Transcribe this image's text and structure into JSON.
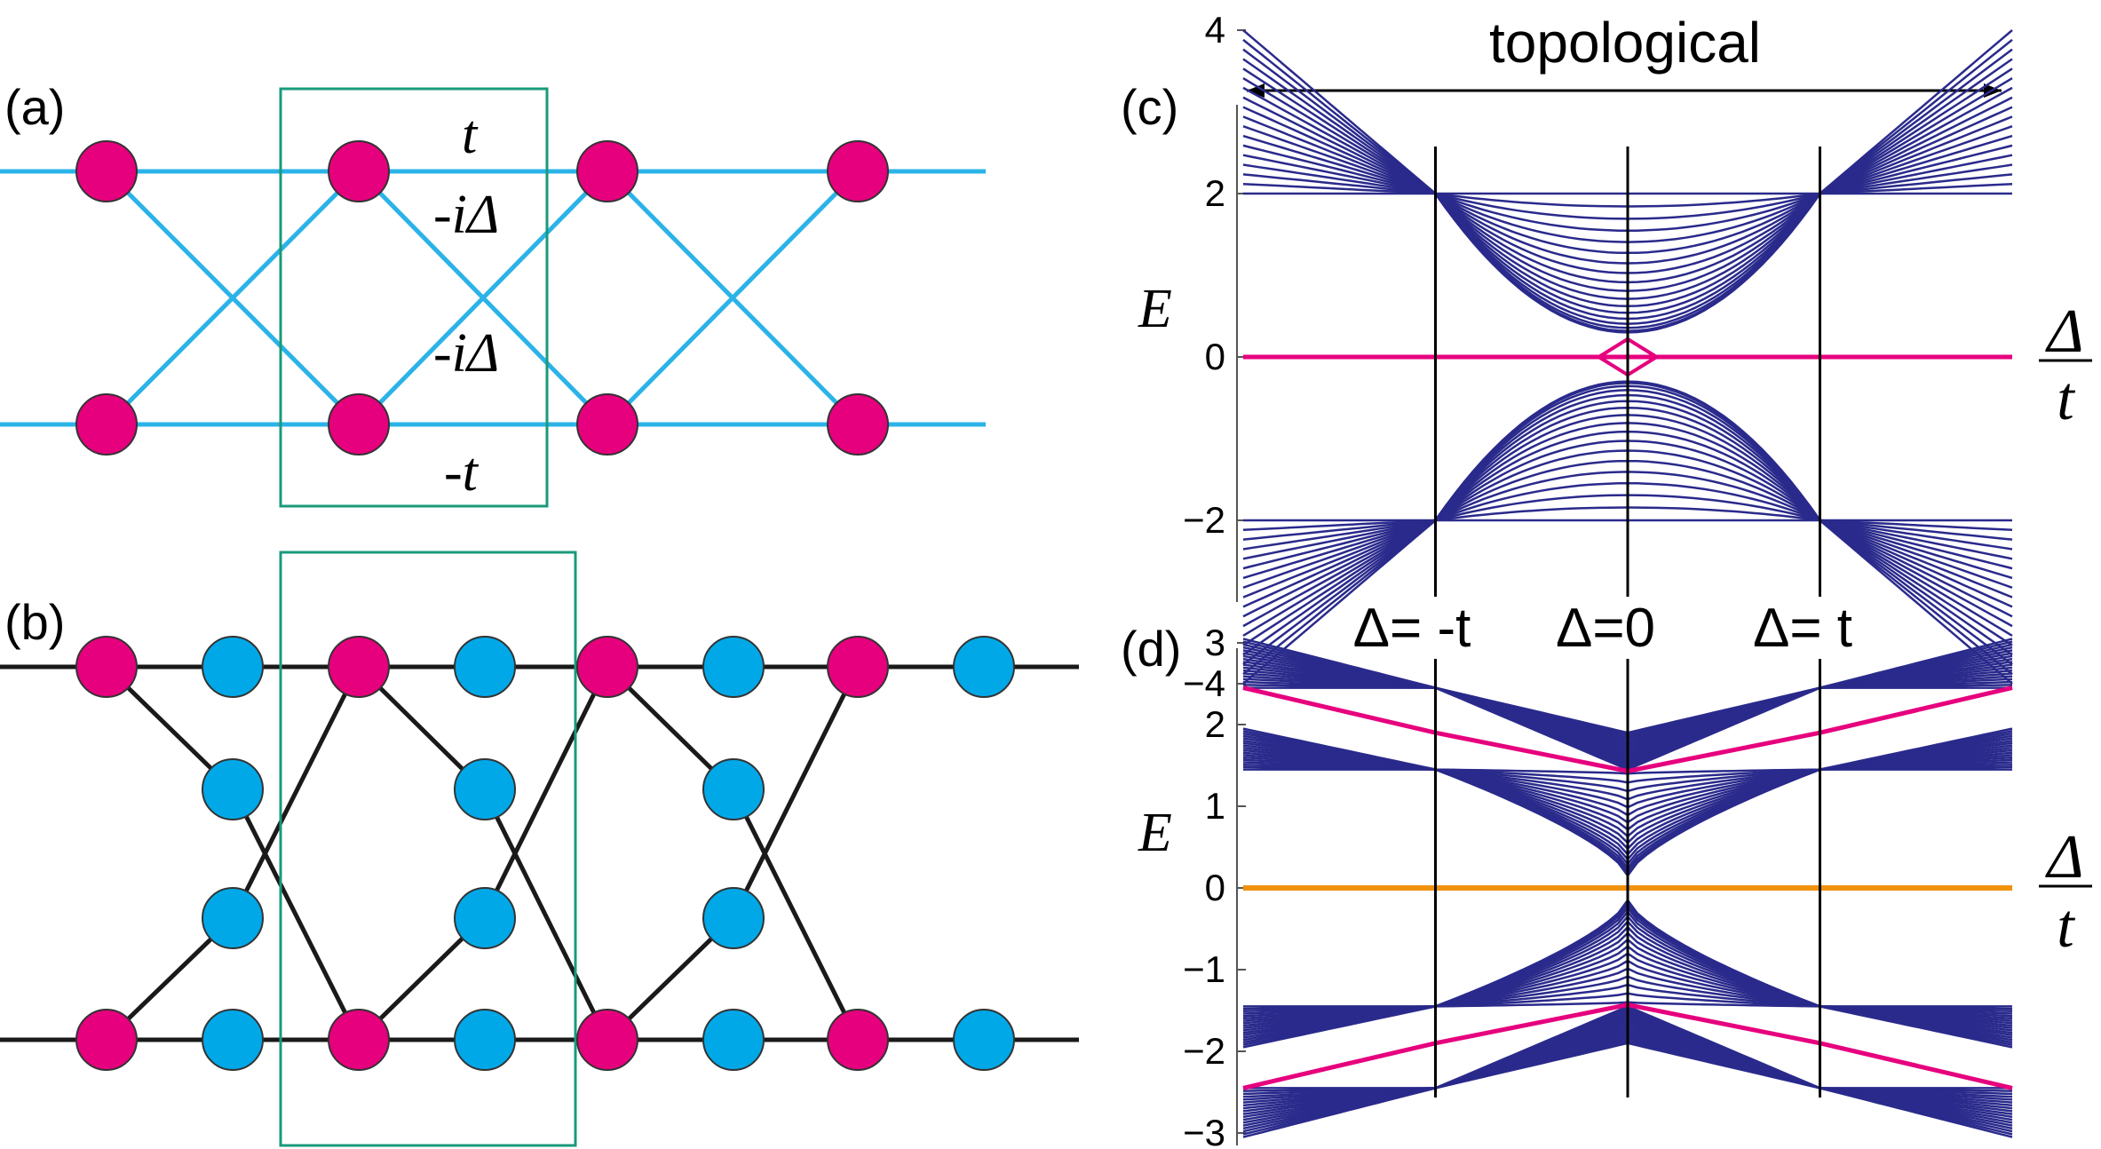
{
  "panel_labels": {
    "a": "(a)",
    "b": "(b)",
    "c": "(c)",
    "d": "(d)"
  },
  "top_label": "topological",
  "panel_a": {
    "hopping_labels": {
      "t": "t",
      "neg_i_delta_top": "-iΔ",
      "neg_i_delta_bottom": "-iΔ",
      "neg_t": "-t"
    }
  },
  "colors": {
    "site_magenta": "#e6007e",
    "site_cyan": "#00a8e8",
    "bond_cyan": "#2bb3e8",
    "bond_black": "#1a1a1a",
    "cell_box": "#1a9a7a",
    "band_blue": "#2a2a8c",
    "edge_mode_magenta": "#e6007e",
    "zero_mode_orange": "#f0920e"
  },
  "plot_labels": {
    "E": "E",
    "delta_num": "Δ",
    "delta_den": "t"
  },
  "band_markers": {
    "left": "Δ= -t",
    "mid": "Δ=0",
    "right": "Δ= t"
  },
  "chart_data": [
    {
      "panel": "(c)",
      "type": "line",
      "xlabel": "Δ/t",
      "ylabel": "E",
      "xlim": [
        -2,
        2
      ],
      "ylim": [
        -4.4,
        4.4
      ],
      "yticks": [
        "4",
        "2",
        "0",
        "−2",
        "−4"
      ],
      "vertical_lines_at": [
        -1,
        0,
        1
      ],
      "band_edges": {
        "outer_at_xlim": [
          2,
          4
        ],
        "value_at_delta_pm_t": 2,
        "at_delta_0": [
          0.3,
          2
        ]
      },
      "series": [
        {
          "color": "#2a2a8c",
          "values_description_free": true
        },
        {
          "color": "#e6007e",
          "y": 0
        }
      ]
    },
    {
      "panel": "(d)",
      "type": "line",
      "xlabel": "Δ/t",
      "ylabel": "E",
      "xlim": [
        -2,
        2
      ],
      "ylim": [
        -3.3,
        3.3
      ],
      "yticks": [
        "3",
        "2",
        "1",
        "0",
        "−1",
        "−2",
        "−3"
      ],
      "vertical_lines_at": [
        -1,
        0,
        1
      ],
      "edge_mode_points": [
        [
          -2,
          2.45
        ],
        [
          -1,
          1.9
        ],
        [
          0,
          1.43
        ],
        [
          1,
          1.9
        ],
        [
          2,
          2.45
        ]
      ],
      "zero_mode": 0,
      "series": [
        {
          "color": "#2a2a8c"
        },
        {
          "color": "#e6007e"
        },
        {
          "color": "#f0920e",
          "y": 0
        }
      ]
    }
  ]
}
